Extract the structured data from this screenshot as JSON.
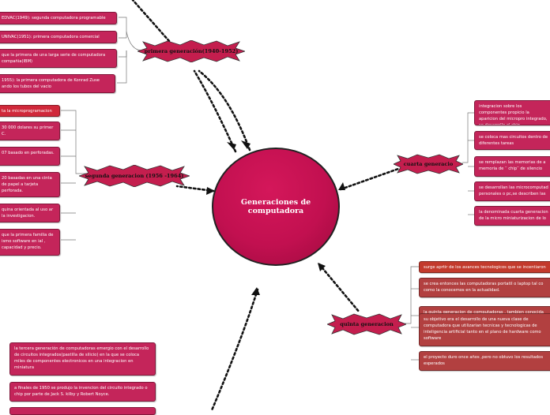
{
  "center_title": "Generaciones de computadora",
  "branches": {
    "primera": "primera generación(1940-1952)",
    "segunda": "segunda generacion (1956 -1964)",
    "cuarta": "cuarta generacio",
    "quinta": "quinta generacion"
  },
  "primera_notes": [
    "EDVAC(1949):   segunda computadora programable",
    "UNIVAC(1951):   primera computadora comercial",
    "que la primera de una larga serie de computadora compañia(IBM)",
    "1955):  la primera computadora de Konrad Zuse ando los tubos del vacio"
  ],
  "segunda_notes": [
    "ta la microprogramacion",
    "30 000 dolares su primer C.",
    "07 basado en perforadas.",
    "20 basadas en una cinta de papel a tarjeta perforada.",
    "quina orientada al uso ar la investigacion.",
    "que la primera familia de ismo software en ial , capacidad y precio."
  ],
  "cuarta_notes": [
    "integracion sobre los componentes propicio la aparicion  del  micropro integrado, se desarrollo el chip",
    "se coloca mas circuitos dentro de diferentes tareas",
    "se remplazan las memorias de a memoria de ¨ chip¨ de silencio",
    "se desarrollan las microcomputad personales o pc,se describen las",
    "la denominada cuarta generacion de la micro miniaturizacion de lo"
  ],
  "quinta_notes": [
    "surge aprtir de los avances tecnologicos que se incentiaron",
    "se crea entonces las computadoras portatil o laptop tal co como la conocemos en la actualidad.",
    "la quinta generacion de computadoras , tambien conocida por su siglas en ingles.",
    "su objetivo era el desarrollo  de una nueva clase de computadora que utilizarian tecnicas y tecnologicas  de inteligencia artificial tanto en el plano de hardware como software",
    "el proyecto duro once años ,pero no obtuvo los resultados esperados"
  ],
  "tercera_notes": [
    "la tercera generación de computadoras emergio con el desarrollo de circuitos integrados(pastilla de silicio) en la que se coloca miles de componentes electronicos en una integracion en miniatura",
    "a finales de 1950 se produjo la invencion del circuito integrado o chip por parte de Jack S. kilby y Robert Noyce."
  ],
  "colors": {
    "center": "#c21050",
    "branch_star": "#c41e4e",
    "note_pink": "#c4255a",
    "note_brown": "#b24040",
    "connector": "#111111"
  }
}
